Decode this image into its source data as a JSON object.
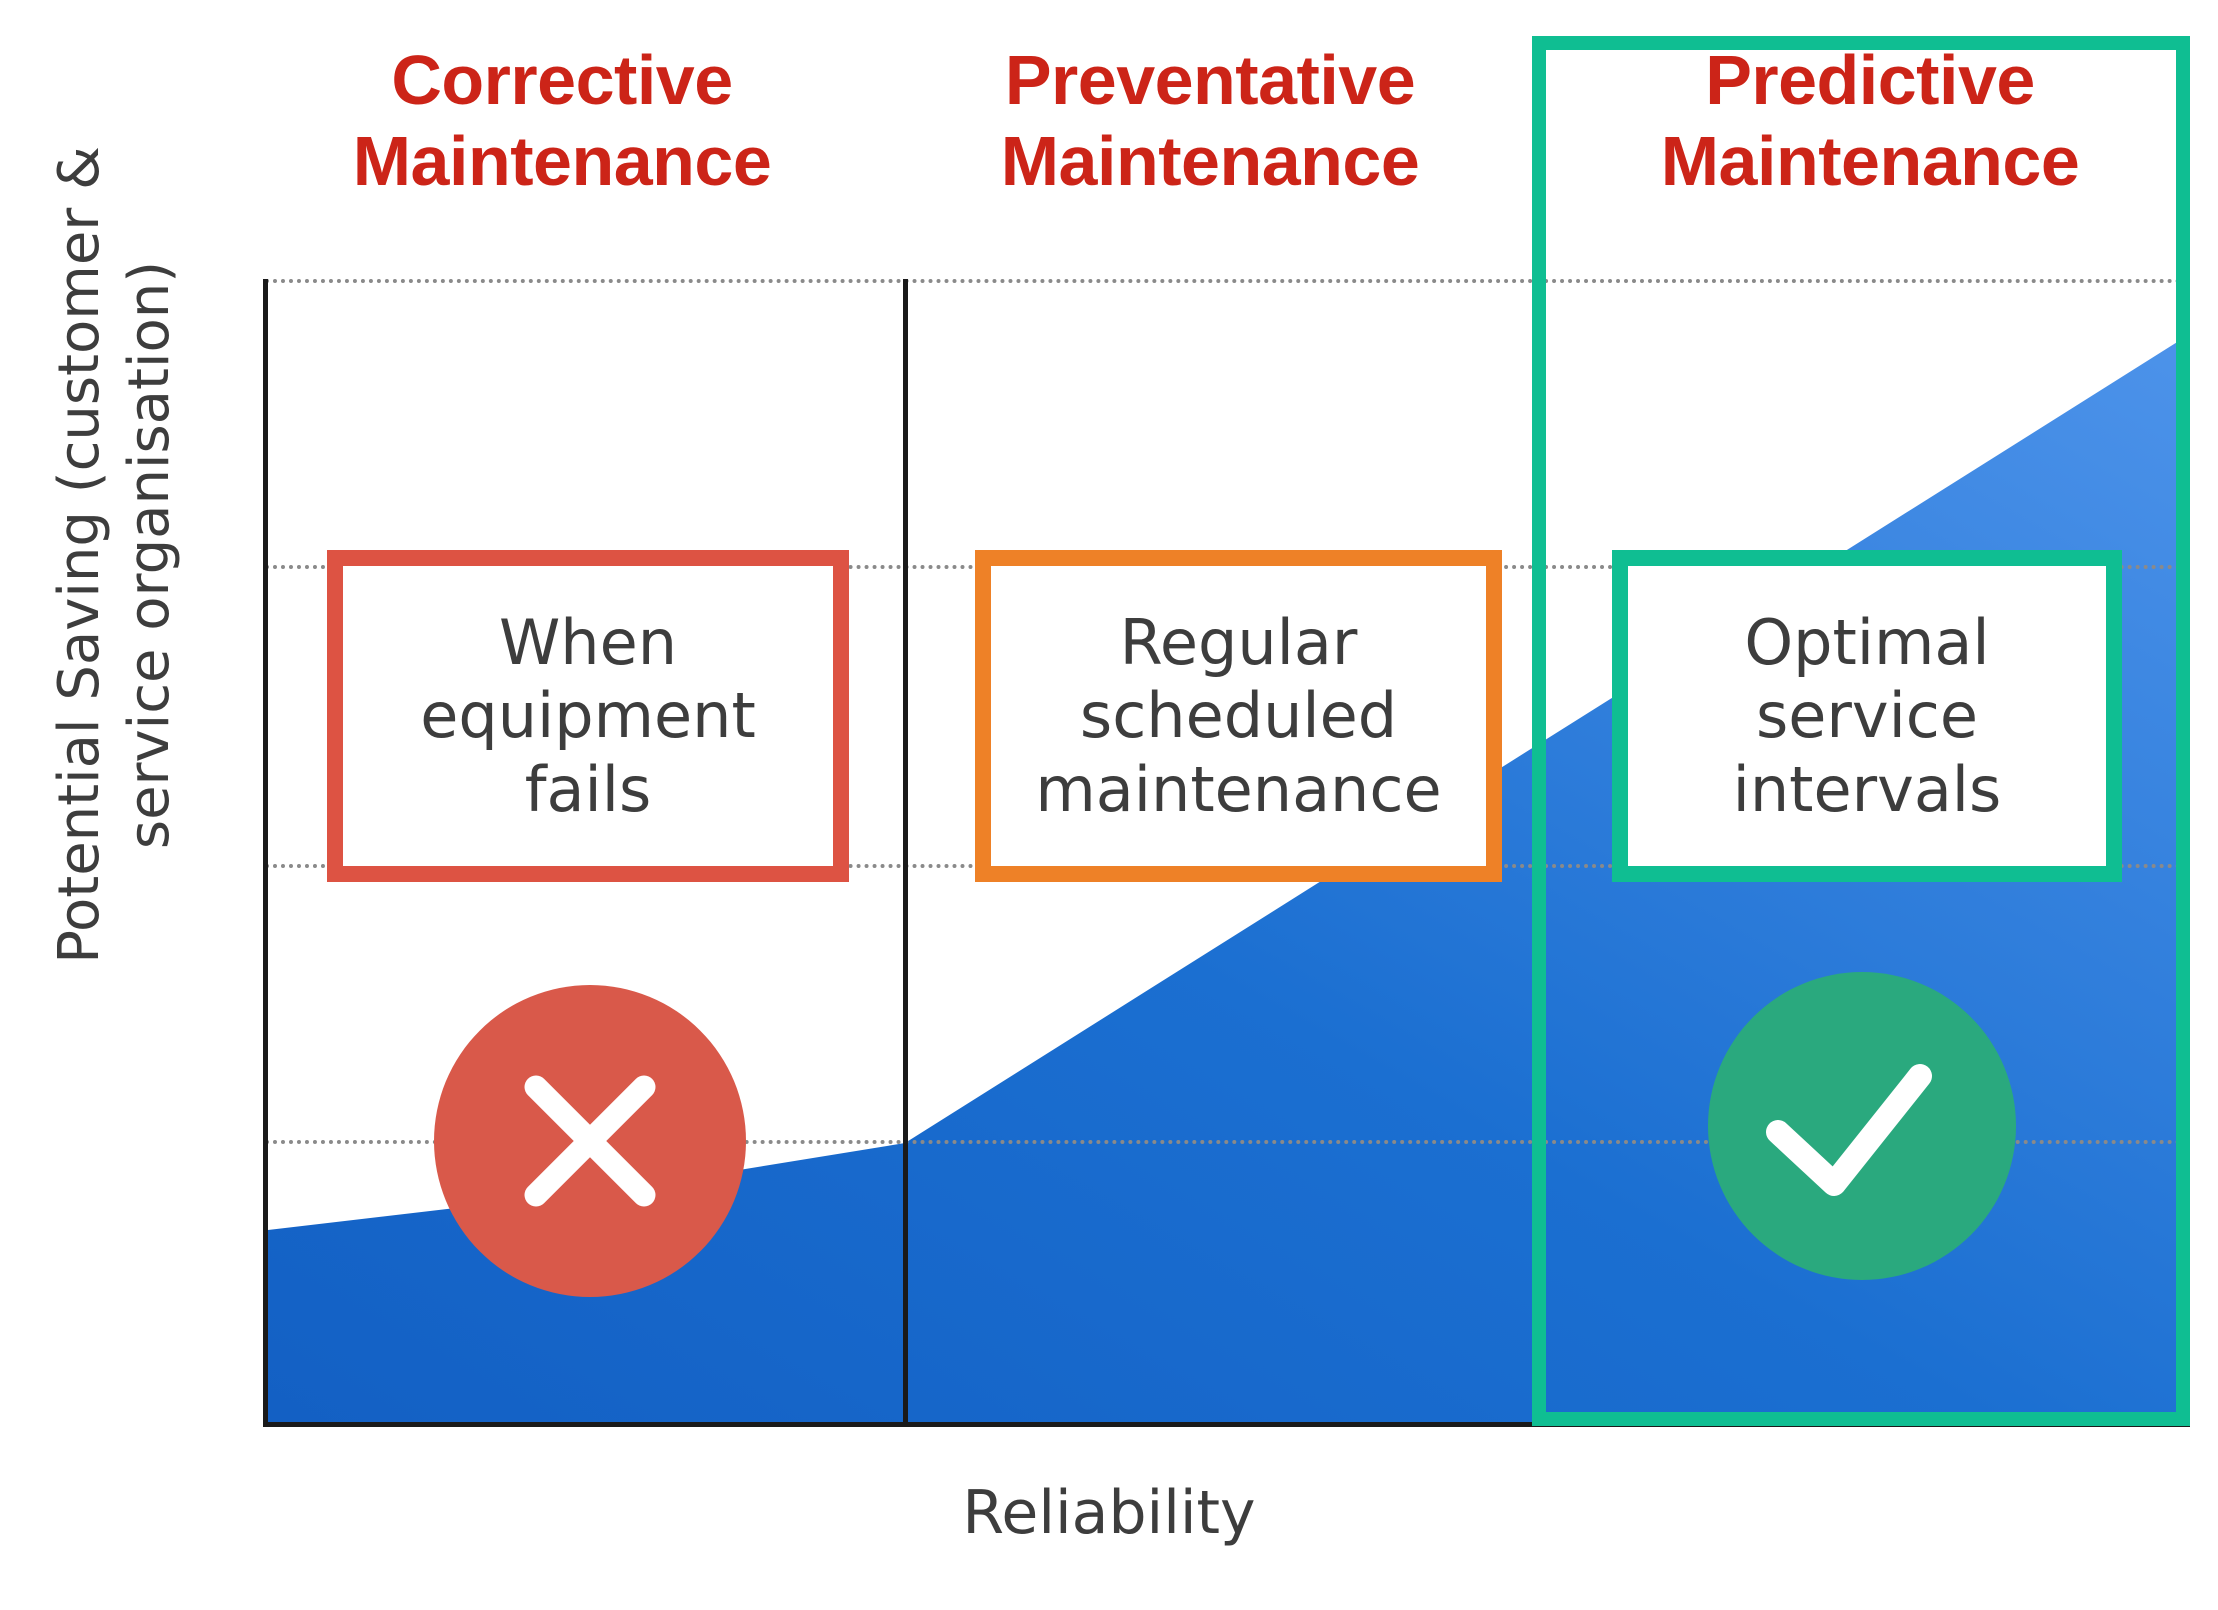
{
  "chart_data": {
    "type": "area",
    "title": "",
    "xlabel": "Reliability",
    "ylabel": "Potential Saving (customer &\nservice organisation)",
    "grid": true,
    "legend_position": "none",
    "xlim": [
      0,
      100
    ],
    "ylim": [
      0,
      100
    ],
    "series": [
      {
        "name": "Potential Saving",
        "x": [
          0,
          19,
          34,
          100
        ],
        "y": [
          17,
          21,
          25,
          95
        ]
      }
    ],
    "gridlines_y": [
      100,
      76,
      57,
      25
    ],
    "categories": [
      "Corrective Maintenance",
      "Preventative Maintenance",
      "Predictive Maintenance"
    ],
    "annotations": [
      "When equipment fails",
      "Regular scheduled maintenance",
      "Optimal service intervals"
    ],
    "area_fill_start": "#1565C8",
    "area_fill_end": "#4A90E8"
  },
  "headers": [
    {
      "label": "Corrective\nMaintenance",
      "color": "#CC2418"
    },
    {
      "label": "Preventative\nMaintenance",
      "color": "#CC2418"
    },
    {
      "label": "Predictive\nMaintenance",
      "color": "#CC2418"
    }
  ],
  "callouts": [
    {
      "label": "When\nequipment\nfails",
      "border_color": "#DD5343"
    },
    {
      "label": "Regular\nscheduled\nmaintenance",
      "border_color": "#EE8127"
    },
    {
      "label": "Optimal\nservice\nintervals",
      "border_color": "#0FBE92"
    }
  ],
  "status": [
    {
      "icon": "cross-icon",
      "color": "#D9594A"
    },
    {
      "icon": "check-icon",
      "color": "#2AA97E"
    }
  ],
  "axes": {
    "y_title": "Potential Saving (customer &\nservice organisation)",
    "x_title": "Reliability"
  },
  "highlight": {
    "target": "Predictive Maintenance",
    "color": "#0FBE92"
  }
}
